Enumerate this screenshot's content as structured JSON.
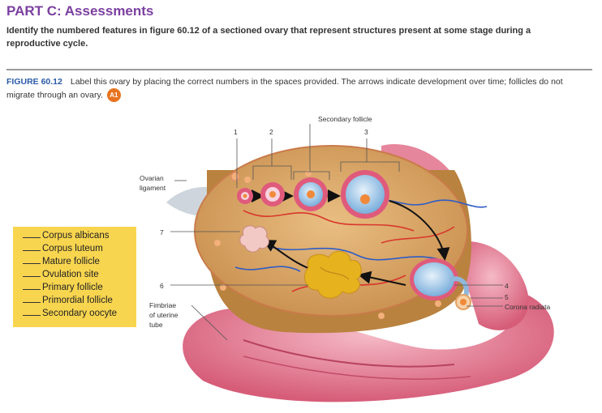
{
  "header": {
    "part_title": "PART C: Assessments",
    "instructions": "Identify the numbered features in figure 60.12 of a sectioned ovary that represent structures present at some stage during a reproductive cycle."
  },
  "figure": {
    "label": "FIGURE 60.12",
    "caption": "Label this ovary by placing the correct numbers in the spaces provided. The arrows indicate development over time; follicles do not migrate through an ovary.",
    "badge": "A1"
  },
  "answer_list": [
    "Corpus albicans",
    "Corpus luteum",
    "Mature follicle",
    "Ovulation site",
    "Primary follicle",
    "Primordial follicle",
    "Secondary oocyte"
  ],
  "diagram_labels": {
    "secondary_follicle": "Secondary follicle",
    "num_1": "1",
    "num_2": "2",
    "num_3": "3",
    "num_4": "4",
    "num_5": "5",
    "num_6": "6",
    "num_7": "7",
    "ovarian_ligament_1": "Ovarian",
    "ovarian_ligament_2": "ligament",
    "fimbriae_1": "Fimbriae",
    "fimbriae_2": "of uterine",
    "fimbriae_3": "tube",
    "corona_radiata": "Corona radiata"
  },
  "colors": {
    "title_purple": "#7b3fa0",
    "figure_label_blue": "#2a5aa8",
    "answer_box_yellow": "#f8d54f",
    "badge_orange": "#e8731f",
    "ovary_tan": "#d9a566",
    "tissue_pink": "#e3708a",
    "follicle_blue": "#8fb8dc",
    "corpus_luteum_yellow": "#e6b21e"
  }
}
